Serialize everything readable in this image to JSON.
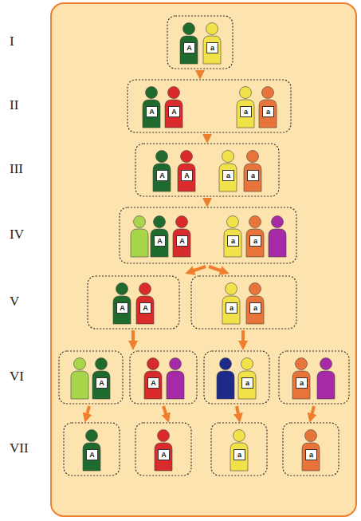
{
  "diagram": {
    "nodes": [
      {
        "text": [
          "A"
        ]
      },
      {
        "text": [
          "a"
        ]
      },
      {
        "text": [
          "A"
        ]
      },
      {
        "text": [
          "A"
        ]
      },
      {
        "text": [
          "a"
        ]
      },
      {
        "text": [
          "a"
        ]
      },
      {
        "text": [
          "A"
        ]
      },
      {
        "text": [
          "A"
        ]
      },
      {
        "text": [
          "a"
        ]
      },
      {
        "text": [
          "a"
        ]
      },
      {
        "text": [
          "A"
        ]
      },
      {
        "text": [
          "A"
        ]
      },
      {
        "text": [
          "a"
        ]
      },
      {
        "text": [
          "a"
        ]
      },
      {
        "text": [
          "A"
        ]
      },
      {
        "text": [
          "A"
        ]
      },
      {
        "text": [
          "a"
        ]
      },
      {
        "text": [
          "a"
        ]
      },
      {
        "text": [
          "A"
        ]
      },
      {
        "text": [
          "A"
        ]
      },
      {
        "text": [
          "a"
        ]
      },
      {
        "text": [
          "a"
        ]
      },
      {
        "text": [
          "A"
        ]
      },
      {
        "text": [
          "A"
        ]
      },
      {
        "text": [
          "a"
        ]
      },
      {
        "text": [
          "a"
        ]
      }
    ],
    "labels": [
      "I",
      "II",
      "III",
      "IV",
      "V",
      "VI",
      "VII"
    ]
  }
}
